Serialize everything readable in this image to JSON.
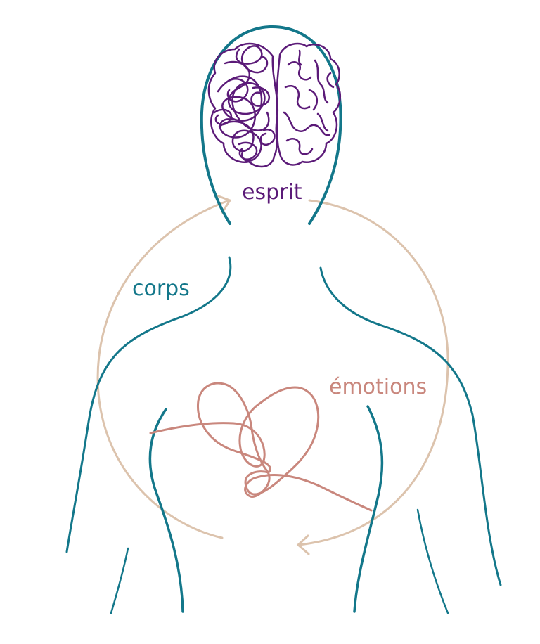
{
  "labels": {
    "mind": "esprit",
    "body": "corps",
    "emotions": "émotions"
  },
  "colors": {
    "body_outline": "#13778a",
    "cycle_arrow": "#dcc3ad",
    "mind": "#5b1a78",
    "emotions": "#c9877d",
    "background": "#ffffff"
  }
}
